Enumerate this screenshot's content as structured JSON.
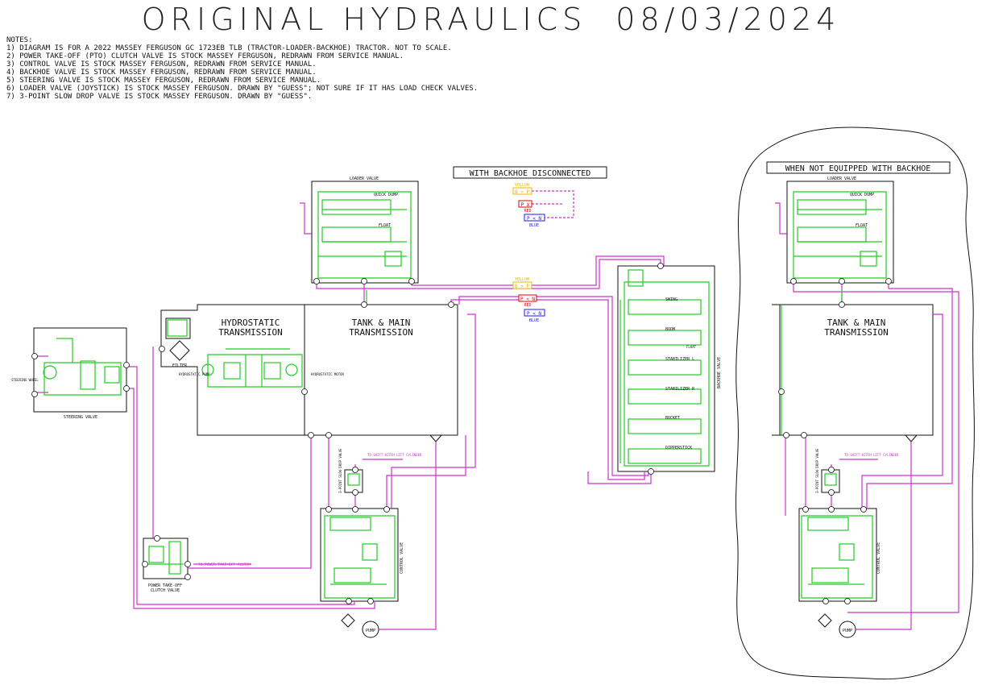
{
  "header": {
    "title": "ORIGINAL HYDRAULICS",
    "date": "08/03/2024"
  },
  "notes": {
    "heading": "NOTES:",
    "items": [
      "1) DIAGRAM IS FOR A 2022 MASSEY FERGUSON GC 1723EB TLB (TRACTOR-LOADER-BACKHOE) TRACTOR. NOT TO SCALE.",
      "2) POWER TAKE-OFF (PTO) CLUTCH VALVE IS STOCK MASSEY FERGUSON, REDRAWN FROM SERVICE MANUAL.",
      "3) CONTROL VALVE IS STOCK MASSEY FERGUSON, REDRAWN FROM SERVICE MANUAL.",
      "4) BACKHOE VALVE IS STOCK MASSEY FERGUSON, REDRAWN FROM SERVICE MANUAL.",
      "5) STEERING VALVE IS STOCK MASSEY FERGUSON, REDRAWN FROM SERVICE MANUAL.",
      "6) LOADER VALVE (JOYSTICK) IS STOCK MASSEY FERGUSON. DRAWN BY \"GUESS\"; NOT SURE IF IT HAS LOAD CHECK VALVES.",
      "7) 3-POINT SLOW DROP VALVE IS STOCK MASSEY FERGUSON. DRAWN BY \"GUESS\"."
    ]
  },
  "labels": {
    "with_backhoe_disconnected": "WITH BACKHOE DISCONNECTED",
    "when_not_equipped": "WHEN NOT EQUIPPED WITH BACKHOE",
    "loader_valve": "LOADER VALVE",
    "quick_dump": "QUICK DUMP",
    "float": "FLOAT",
    "hydrostatic_transmission": [
      "HYDROSTATIC",
      "TRANSMISSION"
    ],
    "tank_main_transmission": [
      "TANK & MAIN",
      "TRANSMISSION"
    ],
    "steering_valve": "STEERING VALVE",
    "steering_wheel": "STEERING WHEEL",
    "filter": "FILTER",
    "hydrostatic_pump": "HYDROSTATIC PUMP",
    "hydrostatic_motor": "HYDROSTATIC MOTOR",
    "pto_valve": [
      "POWER TAKE-OFF",
      "CLUTCH VALVE"
    ],
    "to_pto_clutch": "TO POWER TAKE-OFF CLUTCH",
    "control_valve": "CONTROL VALVE",
    "slow_drop_valve": "3-POINT SLOW DROP VALVE",
    "to_shift_lift": "TO SHIFT HITCH LIFT CYLINDER",
    "pump": "PUMP",
    "backhoe_valve": "BACKHOE VALVE",
    "backhoe_sections": [
      "SWING",
      "BOOM",
      "STABILIZER L",
      "STABILIZER R",
      "BUCKET",
      "DIPPERSTICK"
    ],
    "float_small": "FLOAT"
  },
  "legend": [
    {
      "name": "YELLOW",
      "code": "B > P",
      "color": "#e8b800"
    },
    {
      "name": "RED",
      "code": "P X",
      "color": "#e00000"
    },
    {
      "name": "BLUE",
      "code": "P < N",
      "color": "#1a1aff"
    }
  ],
  "colors": {
    "magenta": "#cc33cc",
    "green": "#22cc22",
    "black": "#111111"
  }
}
